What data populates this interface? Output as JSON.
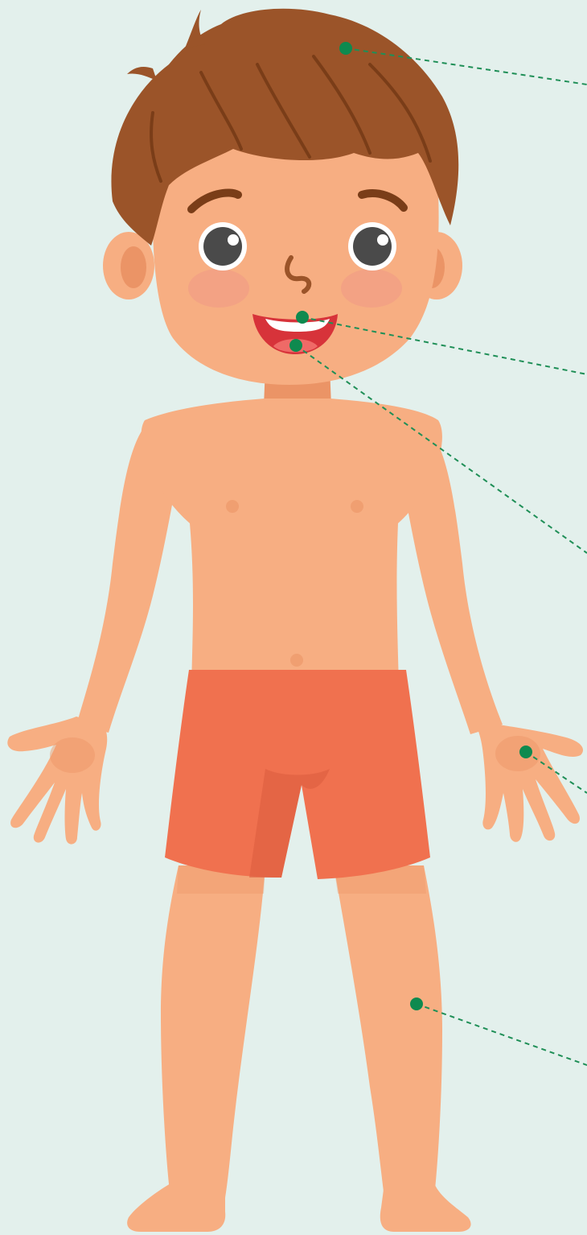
{
  "colors": {
    "background": "#e3f0ec",
    "skin": "#f7ae82",
    "skin_shadow": "#eb9466",
    "hair": "#9b5429",
    "hair_dark": "#7a3d18",
    "shorts": "#f0714f",
    "shorts_dark": "#dc5e3f",
    "mouth": "#d7333a",
    "tongue": "#ef6a67",
    "eye": "#4a4a4a",
    "cheek": "#f09a86",
    "marker": "#0e8a4f",
    "leader_line": "#1f8f57"
  },
  "figure": {
    "subject": "boy-full-body",
    "parts": [
      "hair",
      "head",
      "ears",
      "eyes",
      "eyebrows",
      "nose",
      "mouth",
      "teeth",
      "tongue",
      "neck",
      "torso",
      "arms",
      "hands",
      "shorts",
      "legs",
      "feet"
    ]
  },
  "pointers": [
    {
      "id": "hair-pointer",
      "target": "hair",
      "label": ""
    },
    {
      "id": "teeth-pointer",
      "target": "teeth",
      "label": ""
    },
    {
      "id": "tongue-pointer",
      "target": "tongue",
      "label": ""
    },
    {
      "id": "palm-pointer",
      "target": "palm",
      "label": ""
    },
    {
      "id": "knee-pointer",
      "target": "knee",
      "label": ""
    }
  ]
}
